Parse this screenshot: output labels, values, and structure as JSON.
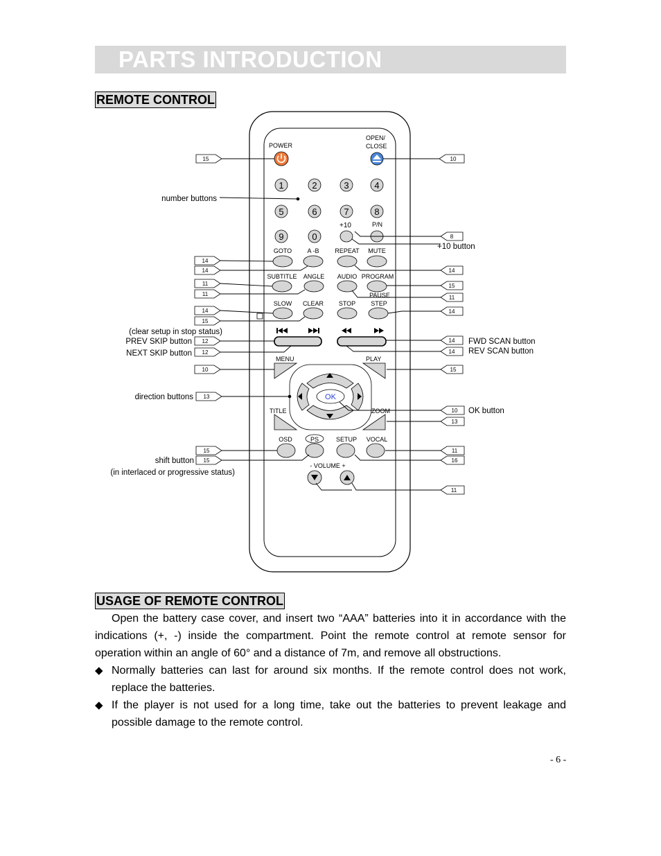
{
  "banner_title": "PARTS INTRODUCTION",
  "section1": "REMOTE CONTROL",
  "section2": "USAGE OF REMOTE CONTROL",
  "remote": {
    "top_labels": {
      "power": "POWER",
      "open_close_1": "OPEN/",
      "open_close_2": "CLOSE"
    },
    "digits": [
      "1",
      "2",
      "3",
      "4",
      "5",
      "6",
      "7",
      "8",
      "9",
      "0"
    ],
    "plus10": "+10",
    "pn": "P/N",
    "row1": [
      "GOTO",
      "A -B",
      "REPEAT",
      "MUTE"
    ],
    "row2": [
      "SUBTITLE",
      "ANGLE",
      "AUDIO",
      "PROGRAM"
    ],
    "pause": "PAUSE",
    "row3": [
      "SLOW",
      "CLEAR",
      "STOP",
      "STEP"
    ],
    "menu": "MENU",
    "play": "PLAY",
    "ok": "OK",
    "title": "TITLE",
    "zoom": "ZOOM",
    "row4": [
      "OSD",
      "PS",
      "SETUP",
      "VOCAL"
    ],
    "volume": "- VOLUME +"
  },
  "callouts_left": {
    "number_buttons": "number buttons",
    "clear_setup": "(clear setup in stop status)",
    "prev_skip": "PREV SKIP button",
    "next_skip": "NEXT SKIP button",
    "direction": "direction buttons",
    "shift": "shift button",
    "shift_note": "(in interlaced or progressive status)"
  },
  "callouts_right": {
    "plus10_button": "+10 button",
    "fwd_scan": "FWD SCAN button",
    "rev_scan": "REV SCAN button",
    "ok_button": "OK button"
  },
  "tags_left": [
    "15",
    "14",
    "14",
    "11",
    "11",
    "14",
    "15",
    "12",
    "12",
    "10",
    "13",
    "15",
    "15"
  ],
  "tags_right": [
    "10",
    "8",
    "14",
    "15",
    "11",
    "14",
    "14",
    "14",
    "15",
    "10",
    "13",
    "11",
    "16",
    "11"
  ],
  "para1": "Open the battery case cover, and insert two “AAA” batteries into it in accordance with the indications (+, -) inside the compartment. Point the remote control at remote sensor for operation within an angle of 60° and a distance of 7m, and remove all obstructions.",
  "bullet1": "Normally batteries can last for around six months. If the remote control does not work, replace the batteries.",
  "bullet2": "If the player is not used for a long time, take out the batteries to prevent leakage and possible damage to the remote control.",
  "bullet_symbol": "◆",
  "page_number": "- 6 -",
  "colors": {
    "power": "#f07a3a",
    "eject": "#4a86d8",
    "button_fill": "#d6d6d6",
    "banner": "#d9d9d9"
  }
}
